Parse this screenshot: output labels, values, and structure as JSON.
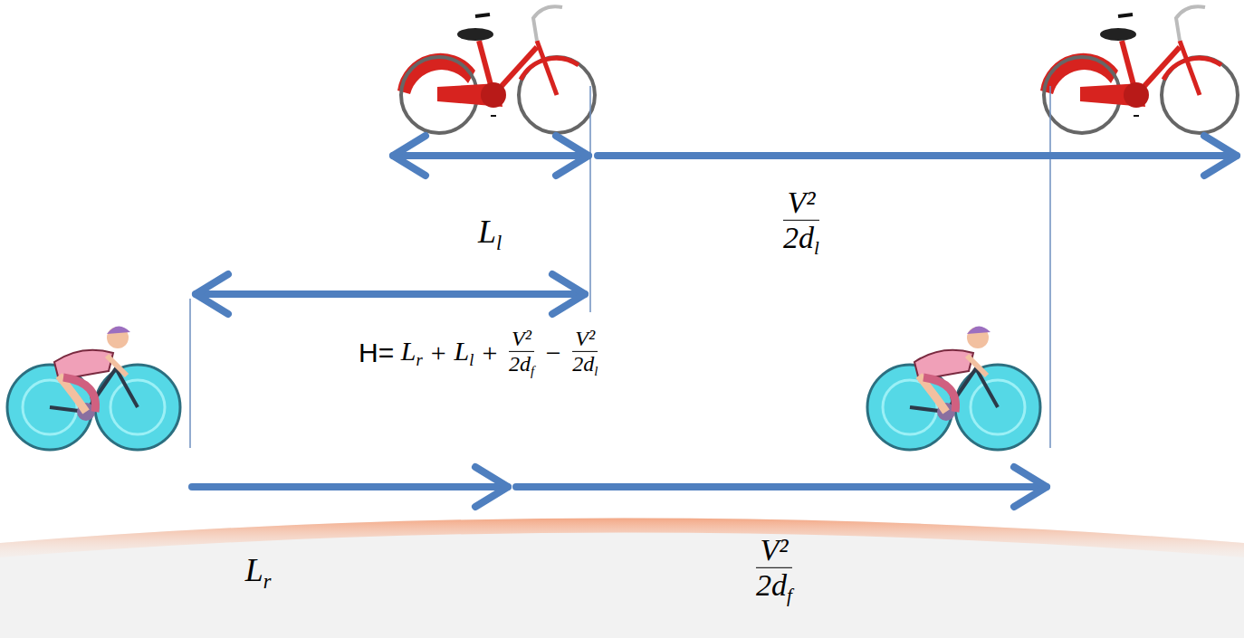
{
  "diagram": {
    "labels": [
      "L",
      "l",
      "V²",
      "2d",
      "l",
      "H=",
      "L",
      "r",
      "+",
      "L",
      "l",
      "+",
      "V²",
      "2d",
      "f",
      "−",
      "V²",
      "2d",
      "l",
      "L",
      "r",
      "V²",
      "2d",
      "f"
    ]
  }
}
